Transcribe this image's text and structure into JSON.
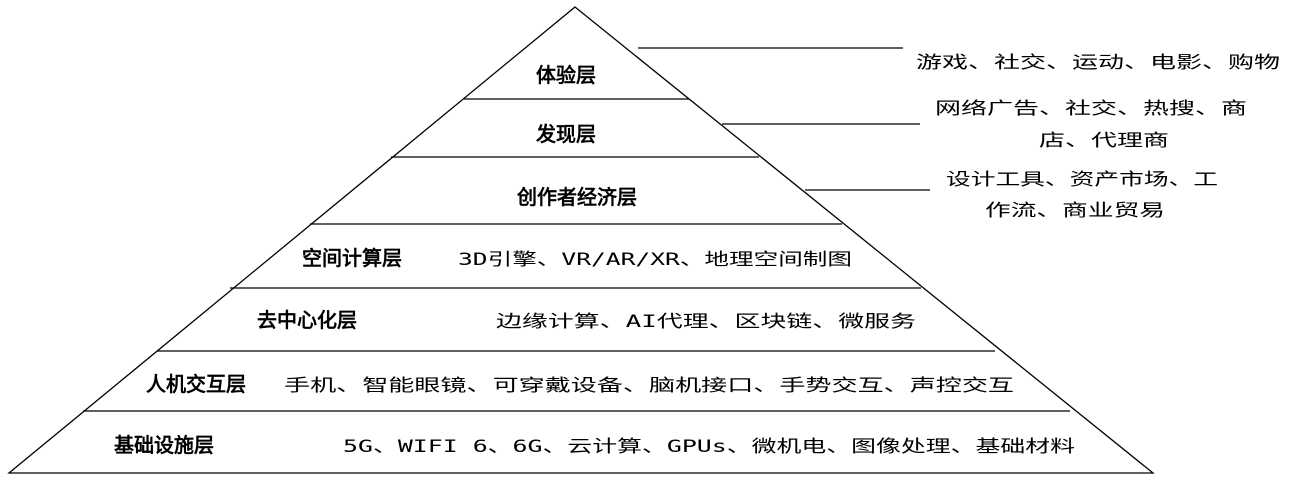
{
  "layers": [
    {
      "name": "体验层",
      "description": ""
    },
    {
      "name": "发现层",
      "description": ""
    },
    {
      "name": "创作者经济层",
      "description": ""
    },
    {
      "name": "空间计算层",
      "description": "3D引擎、VR/AR/XR、地理空间制图"
    },
    {
      "name": "去中心化层",
      "description": "边缘计算、AI代理、区块链、微服务"
    },
    {
      "name": "人机交互层",
      "description": "手机、智能眼镜、可穿戴设备、脑机接口、手势交互、声控交互"
    },
    {
      "name": "基础设施层",
      "description": "5G、WIFI 6、6G、云计算、GPUs、微机电、图像处理、基础材料"
    }
  ],
  "annotations": [
    {
      "layer": "体验层",
      "lines": [
        "游戏、社交、运动、电影、购物"
      ]
    },
    {
      "layer": "发现层",
      "lines": [
        "网络广告、社交、热搜、商",
        "店、代理商"
      ]
    },
    {
      "layer": "创作者经济层",
      "lines": [
        "设计工具、资产市场、工",
        "作流、商业贸易"
      ]
    }
  ],
  "colors": {
    "line": "#000000",
    "text": "#000000",
    "background": "#ffffff"
  }
}
